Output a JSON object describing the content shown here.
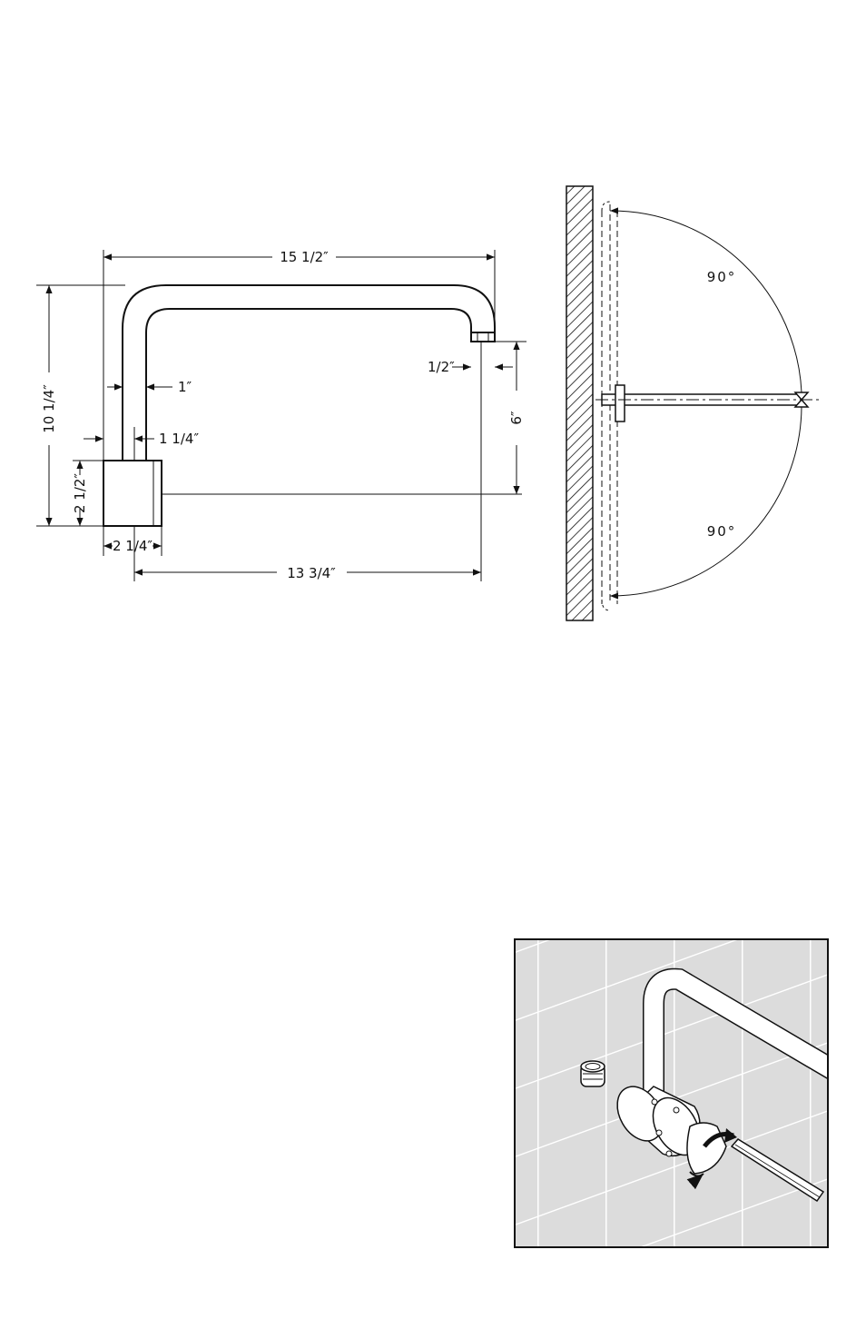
{
  "dimension_drawing": {
    "overall_width": "15 1/2″",
    "overall_height": "10 1/4″",
    "arm_diameter": "1″",
    "arm_offset": "1 1/4″",
    "base_height": "2 1/2″",
    "base_width": "2 1/4″",
    "projection": "13 3/4″",
    "outlet_thread": "1/2″",
    "drop": "6″"
  },
  "rotation_drawing": {
    "upper_angle": "90°",
    "lower_angle": "90°"
  },
  "installation_illustration": {
    "tile_color": "#dcdcdc",
    "grout_color": "#ffffff"
  }
}
